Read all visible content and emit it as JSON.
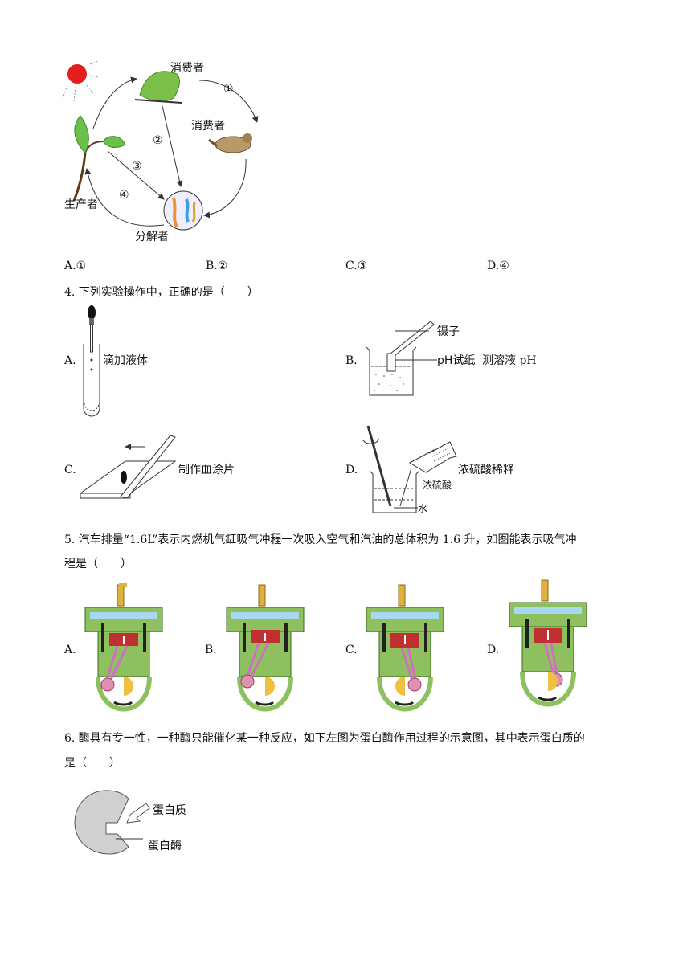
{
  "q3": {
    "diagram_labels": {
      "consumer1": "消费者",
      "consumer2": "消费者",
      "producer": "生产者",
      "decomposer": "分解者",
      "arrow1": "①",
      "arrow2": "②",
      "arrow3": "③",
      "arrow4": "④"
    },
    "options": [
      {
        "letter": "A.",
        "text": "①"
      },
      {
        "letter": "B.",
        "text": "②"
      },
      {
        "letter": "C.",
        "text": "③"
      },
      {
        "letter": "D.",
        "text": "④"
      }
    ]
  },
  "q4": {
    "stem": "4. 下列实验操作中，正确的是（　　）",
    "options": [
      {
        "letter": "A.",
        "caption": "滴加液体"
      },
      {
        "letter": "B.",
        "caption": "测溶液 pH",
        "labels": [
          "镊子",
          "pH试纸"
        ]
      },
      {
        "letter": "C.",
        "caption": "制作血涂片"
      },
      {
        "letter": "D.",
        "caption": "浓硫酸稀释",
        "labels": [
          "浓硫酸",
          "水"
        ]
      }
    ]
  },
  "q5": {
    "stem_line1": "5. 汽车排量“1.6L”表示内燃机气缸吸气冲程一次吸入空气和汽油的总体积为 1.6 升，如图能表示吸气冲",
    "stem_line2": "程是（　　）",
    "options": [
      {
        "letter": "A."
      },
      {
        "letter": "B."
      },
      {
        "letter": "C."
      },
      {
        "letter": "D."
      }
    ]
  },
  "q6": {
    "stem_line1": "6. 酶具有专一性，一种酶只能催化某一种反应，如下左图为蛋白酶作用过程的示意图，其中表示蛋白质的",
    "stem_line2": "是（　　）",
    "labels": {
      "protein": "蛋白质",
      "enzyme": "蛋白酶"
    }
  }
}
